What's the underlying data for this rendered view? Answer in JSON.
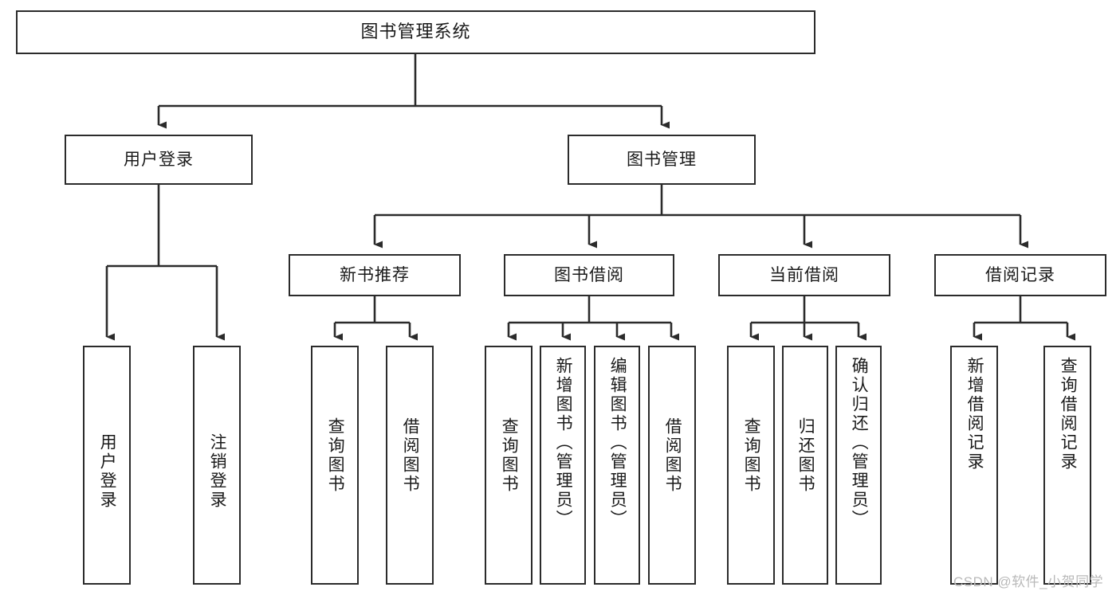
{
  "diagram": {
    "type": "hierarchy-tree",
    "title": "图书管理系统",
    "root": {
      "label": "图书管理系统"
    },
    "level2": [
      {
        "label": "用户登录"
      },
      {
        "label": "图书管理"
      }
    ],
    "level3": [
      {
        "label": "新书推荐"
      },
      {
        "label": "图书借阅"
      },
      {
        "label": "当前借阅"
      },
      {
        "label": "借阅记录"
      }
    ],
    "leaves": {
      "user_login": [
        {
          "label": "用户登录"
        },
        {
          "label": "注销登录"
        }
      ],
      "new_book_recommend": [
        {
          "label": "查询图书"
        },
        {
          "label": "借阅图书"
        }
      ],
      "book_borrow": [
        {
          "label": "查询图书"
        },
        {
          "label": "新增图书（管理员）"
        },
        {
          "label": "编辑图书（管理员）"
        },
        {
          "label": "借阅图书"
        }
      ],
      "current_borrow": [
        {
          "label": "查询图书"
        },
        {
          "label": "归还图书"
        },
        {
          "label": "确认归还（管理员）"
        }
      ],
      "borrow_record": [
        {
          "label": "新增借阅记录"
        },
        {
          "label": "查询借阅记录"
        }
      ]
    }
  },
  "watermark": {
    "text": "CSDN @软件_小贺同学"
  },
  "colors": {
    "border": "#2b2b2b",
    "text": "#1a1a1a",
    "background": "#ffffff",
    "watermark": "#b9b9b9"
  }
}
